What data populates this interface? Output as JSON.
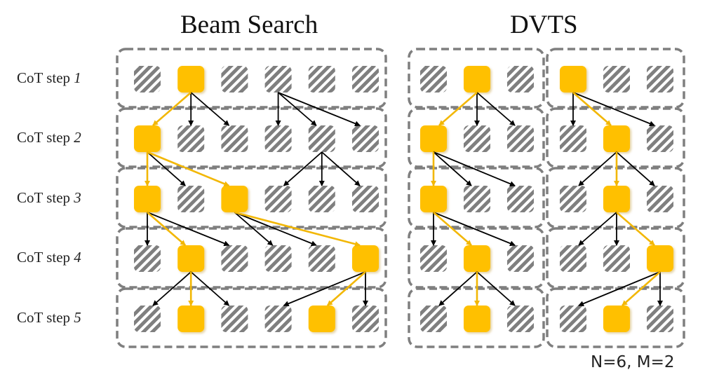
{
  "titles": {
    "beam": "Beam Search",
    "dvts": "DVTS"
  },
  "step_prefix": "CoT step",
  "steps": [
    "1",
    "2",
    "3",
    "4",
    "5"
  ],
  "note": "N=6, M=2",
  "colors": {
    "selected": "#FFC000",
    "unselected": "#7f7f7f",
    "selected_edge": "#F2B705",
    "edge": "#000000",
    "box": "#7f7f7f"
  },
  "beam_search": {
    "columns": 6,
    "selected": [
      [
        1
      ],
      [
        0
      ],
      [
        0,
        2
      ],
      [
        1,
        5
      ],
      [
        1,
        4
      ]
    ],
    "edges": [
      [
        [
          1,
          0,
          true
        ],
        [
          1,
          1,
          false
        ],
        [
          1,
          2,
          false
        ],
        [
          3,
          3,
          false
        ],
        [
          3,
          4,
          false
        ],
        [
          3,
          5,
          false
        ]
      ],
      [
        [
          0,
          0,
          true
        ],
        [
          0,
          2,
          true
        ],
        [
          0,
          1,
          false
        ],
        [
          4,
          3,
          false
        ],
        [
          4,
          4,
          false
        ],
        [
          4,
          5,
          false
        ]
      ],
      [
        [
          0,
          0,
          false
        ],
        [
          0,
          1,
          true
        ],
        [
          0,
          2,
          false
        ],
        [
          2,
          3,
          false
        ],
        [
          2,
          4,
          false
        ],
        [
          2,
          5,
          true
        ]
      ],
      [
        [
          1,
          0,
          false
        ],
        [
          1,
          1,
          true
        ],
        [
          1,
          2,
          false
        ],
        [
          5,
          3,
          false
        ],
        [
          5,
          4,
          true
        ],
        [
          5,
          5,
          false
        ]
      ]
    ]
  },
  "dvts": {
    "subtrees": [
      {
        "columns": 3,
        "selected": [
          [
            1
          ],
          [
            0
          ],
          [
            0
          ],
          [
            1
          ],
          [
            1
          ]
        ],
        "edges": [
          [
            [
              1,
              0,
              true
            ],
            [
              1,
              1,
              false
            ],
            [
              1,
              2,
              false
            ]
          ],
          [
            [
              0,
              0,
              true
            ],
            [
              0,
              1,
              false
            ],
            [
              0,
              2,
              false
            ]
          ],
          [
            [
              0,
              0,
              false
            ],
            [
              0,
              1,
              true
            ],
            [
              0,
              2,
              false
            ]
          ],
          [
            [
              1,
              0,
              false
            ],
            [
              1,
              1,
              true
            ],
            [
              1,
              2,
              false
            ]
          ]
        ]
      },
      {
        "columns": 3,
        "selected": [
          [
            0
          ],
          [
            1
          ],
          [
            1
          ],
          [
            2
          ],
          [
            1
          ]
        ],
        "edges": [
          [
            [
              0,
              0,
              false
            ],
            [
              0,
              1,
              true
            ],
            [
              0,
              2,
              false
            ]
          ],
          [
            [
              1,
              0,
              false
            ],
            [
              1,
              1,
              true
            ],
            [
              1,
              2,
              false
            ]
          ],
          [
            [
              1,
              0,
              false
            ],
            [
              1,
              1,
              false
            ],
            [
              1,
              2,
              true
            ]
          ],
          [
            [
              2,
              0,
              false
            ],
            [
              2,
              1,
              true
            ],
            [
              2,
              2,
              false
            ]
          ]
        ]
      }
    ]
  }
}
